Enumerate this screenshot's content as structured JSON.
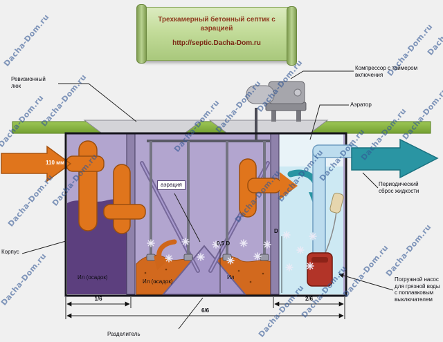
{
  "watermark": {
    "text": "Dacha-Dom.ru"
  },
  "banner": {
    "title": "Трехкамерный бетонный септик с аэрацией",
    "url": "http://septic.Dacha-Dom.ru"
  },
  "diagram": {
    "labels": {
      "revision_hatch": "Ревизионный люк",
      "compressor": "Компрессор с таймером включения",
      "aerator": "Аэратор",
      "periodic_discharge": "Периодический сброс жидкости",
      "submersible_pump": "Погружной насос для грязной воды с поплавковым выключателем",
      "body": "Корпус",
      "inlet_pipe_size": "110 мм",
      "aeration": "аэрация",
      "sludge_left": "Ил (осадок)",
      "sludge_middle": "Ил (осадок)",
      "sludge_right": "Ил",
      "depth_half": "0,5 D",
      "depth_full": "D",
      "dim_left": "1/6",
      "dim_total": "6/6",
      "dim_right": "2/6",
      "separator": "Разделитель"
    },
    "colors": {
      "tank_fill": "#b2a5cf",
      "sludge_dark": "#5c3f7e",
      "sludge_orange": "#d2691e",
      "pipe_orange": "#e0751c",
      "water_blue": "#cde9f3",
      "flow_teal": "#2a95a3",
      "ground_green": "#8ab83e",
      "pump_red": "#b23428"
    }
  }
}
